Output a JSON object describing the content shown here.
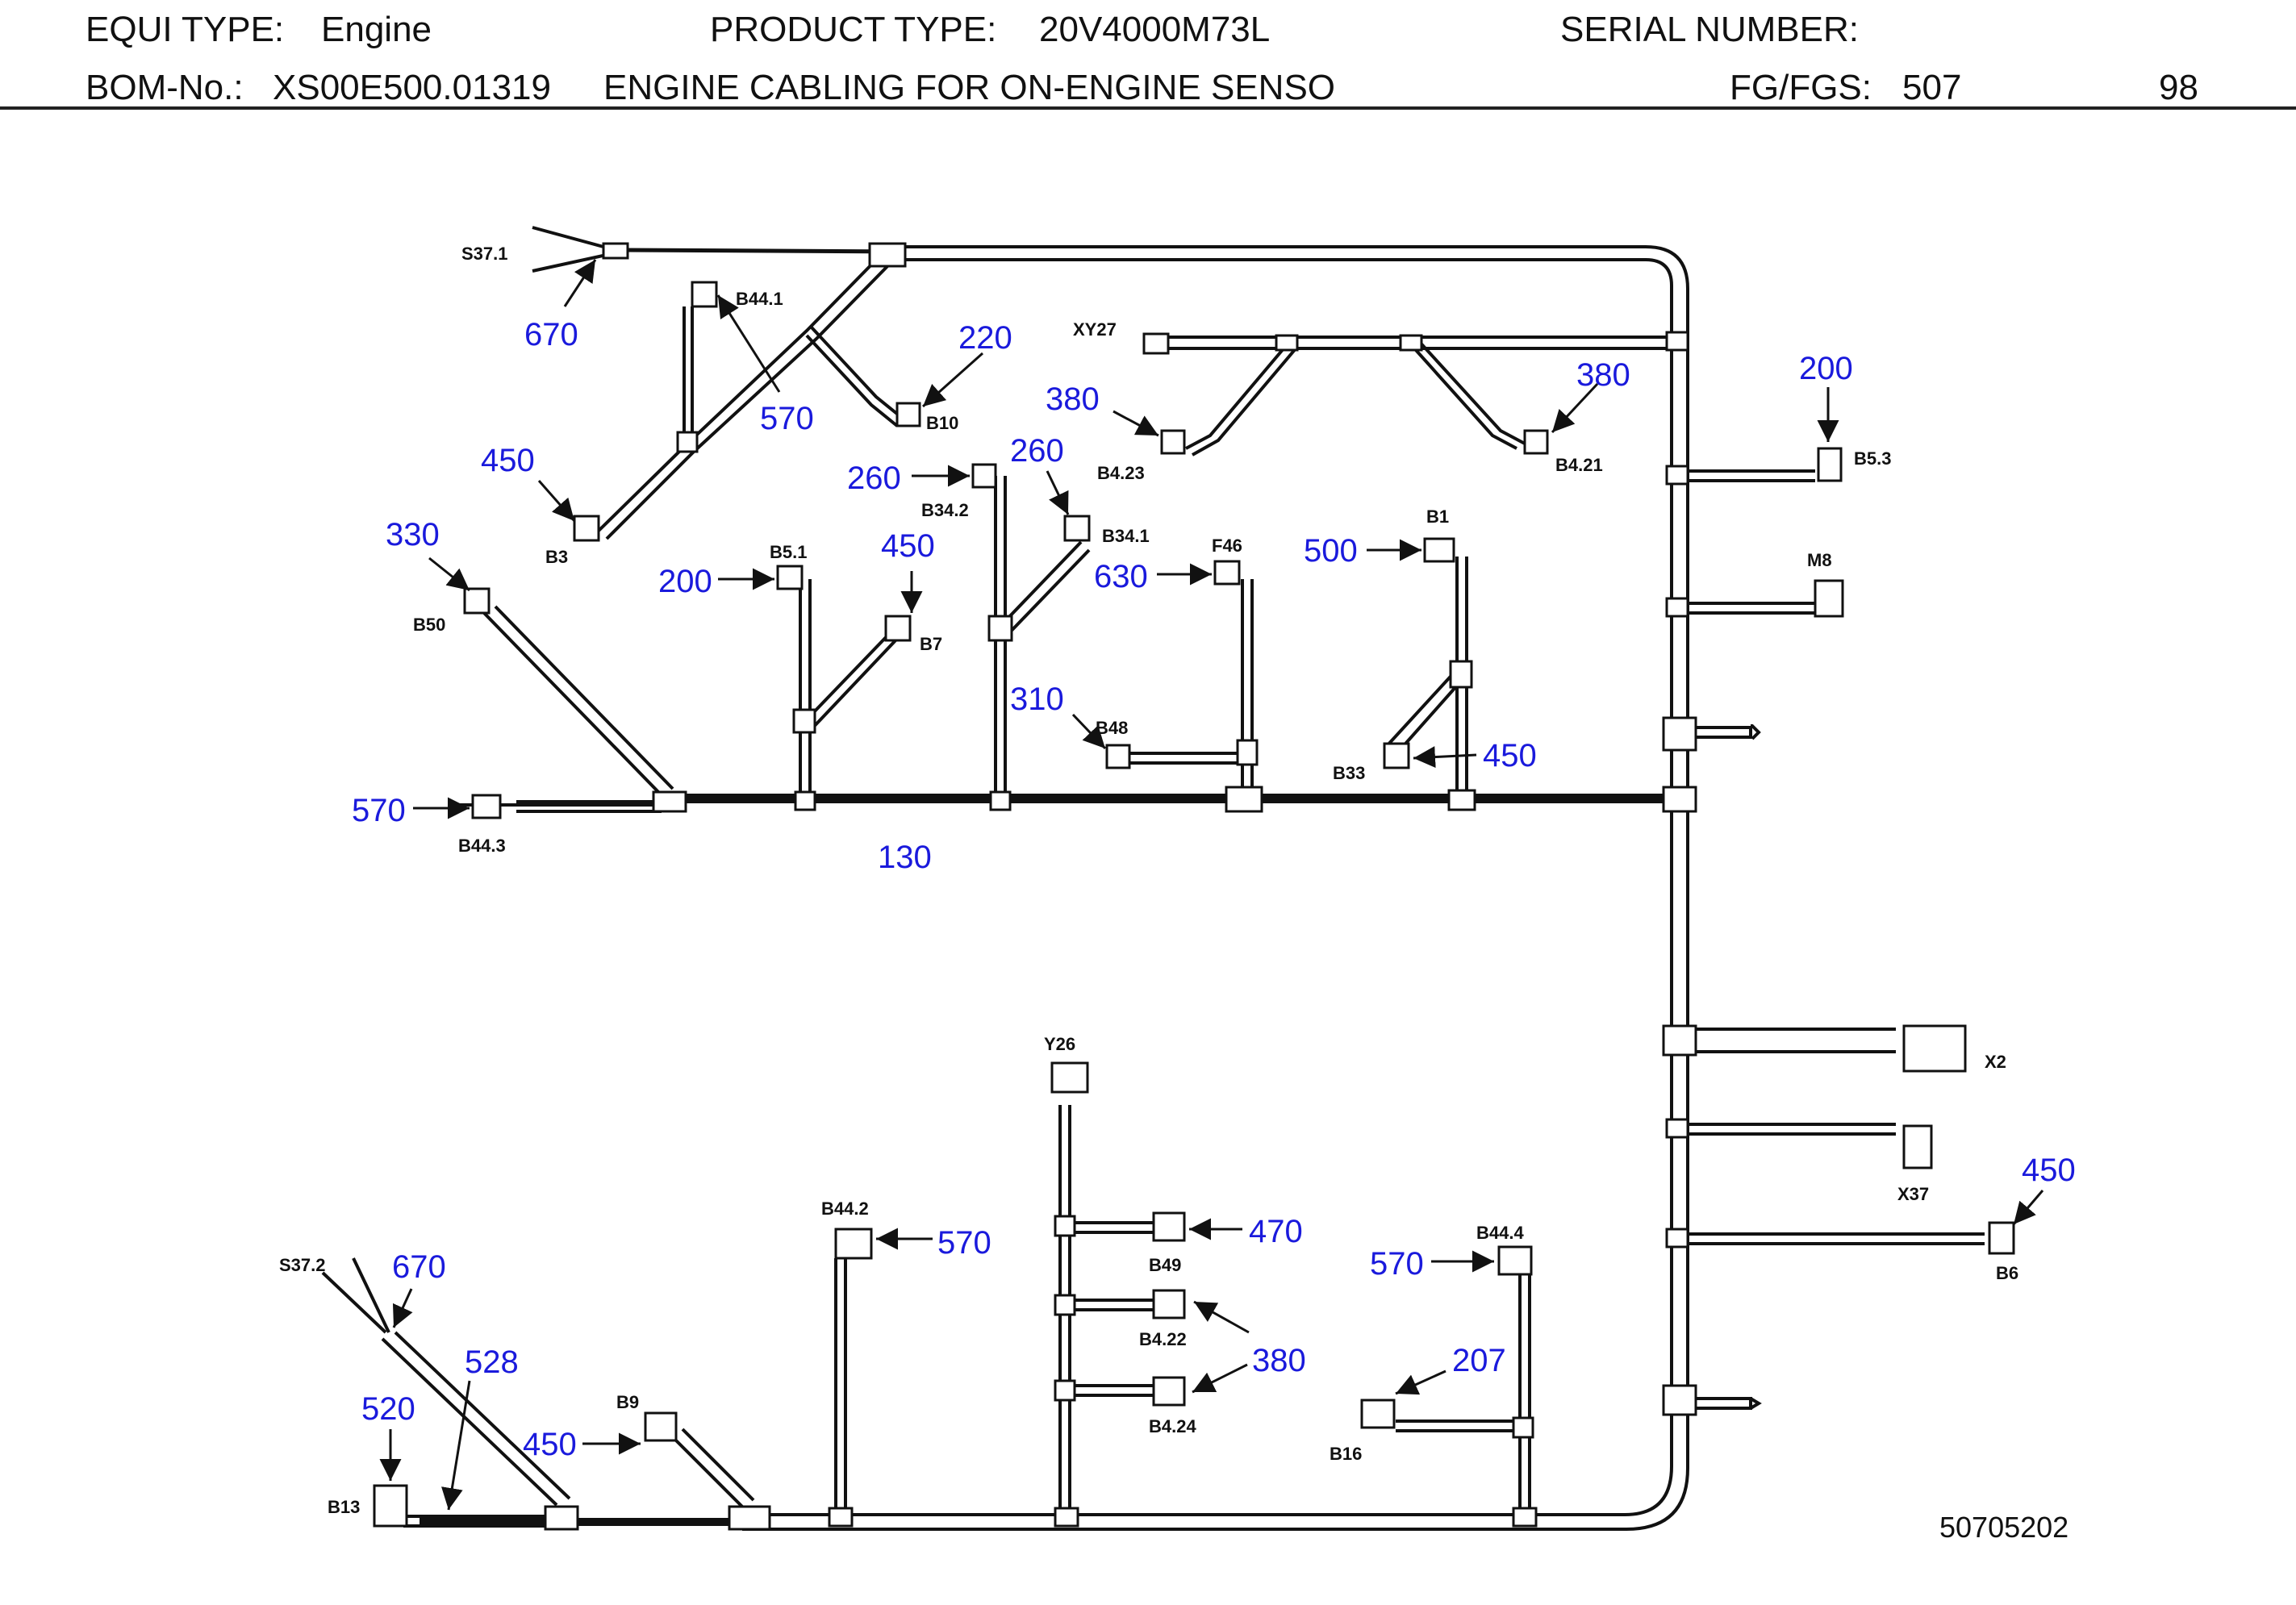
{
  "header": {
    "equi_type_label": "EQUI TYPE:",
    "equi_type_value": "Engine",
    "product_type_label": "PRODUCT TYPE:",
    "product_type_value": "20V4000M73L",
    "serial_number_label": "SERIAL NUMBER:",
    "bom_label": "BOM-No.:",
    "bom_value": "XS00E500.01319",
    "bom_description": "ENGINE CABLING FOR ON-ENGINE SENSO",
    "fg_label": "FG/FGS:",
    "fg_value": "507",
    "page_number": "98"
  },
  "connectors": {
    "S37_1": "S37.1",
    "B44_1": "B44.1",
    "B10": "B10",
    "XY27": "XY27",
    "B4_23": "B4.23",
    "B4_21": "B4.21",
    "B5_3": "B5.3",
    "B3": "B3",
    "B34_2": "B34.2",
    "B34_1": "B34.1",
    "B1": "B1",
    "B5_1": "B5.1",
    "F46": "F46",
    "M8": "M8",
    "B50": "B50",
    "B7": "B7",
    "B48": "B48",
    "B33": "B33",
    "B44_3": "B44.3",
    "Y26": "Y26",
    "X2": "X2",
    "X37": "X37",
    "B44_2": "B44.2",
    "B44_4": "B44.4",
    "B6": "B6",
    "S37_2": "S37.2",
    "B49": "B49",
    "B9": "B9",
    "B4_22": "B4.22",
    "B4_24": "B4.24",
    "B13": "B13",
    "B16": "B16"
  },
  "counts": {
    "c670_top": "670",
    "c570_b441": "570",
    "c220": "220",
    "c380_b423": "380",
    "c380_b421": "380",
    "c200_b53": "200",
    "c450_b3": "450",
    "c260_b342": "260",
    "c260_b341": "260",
    "c330": "330",
    "c200_b51": "200",
    "c450_b7": "450",
    "c630": "630",
    "c500": "500",
    "c310": "310",
    "c450_b33": "450",
    "c570_b443": "570",
    "c130": "130",
    "c450_b6": "450",
    "c470": "470",
    "c570_b442": "570",
    "c570_b444": "570",
    "c670_bottom": "670",
    "c528": "528",
    "c520": "520",
    "c450_b9": "450",
    "c380_bottom": "380",
    "c207": "207"
  },
  "drawing_number": "50705202",
  "colors": {
    "callout_blue": "#1a1adc",
    "line_black": "#111111"
  }
}
